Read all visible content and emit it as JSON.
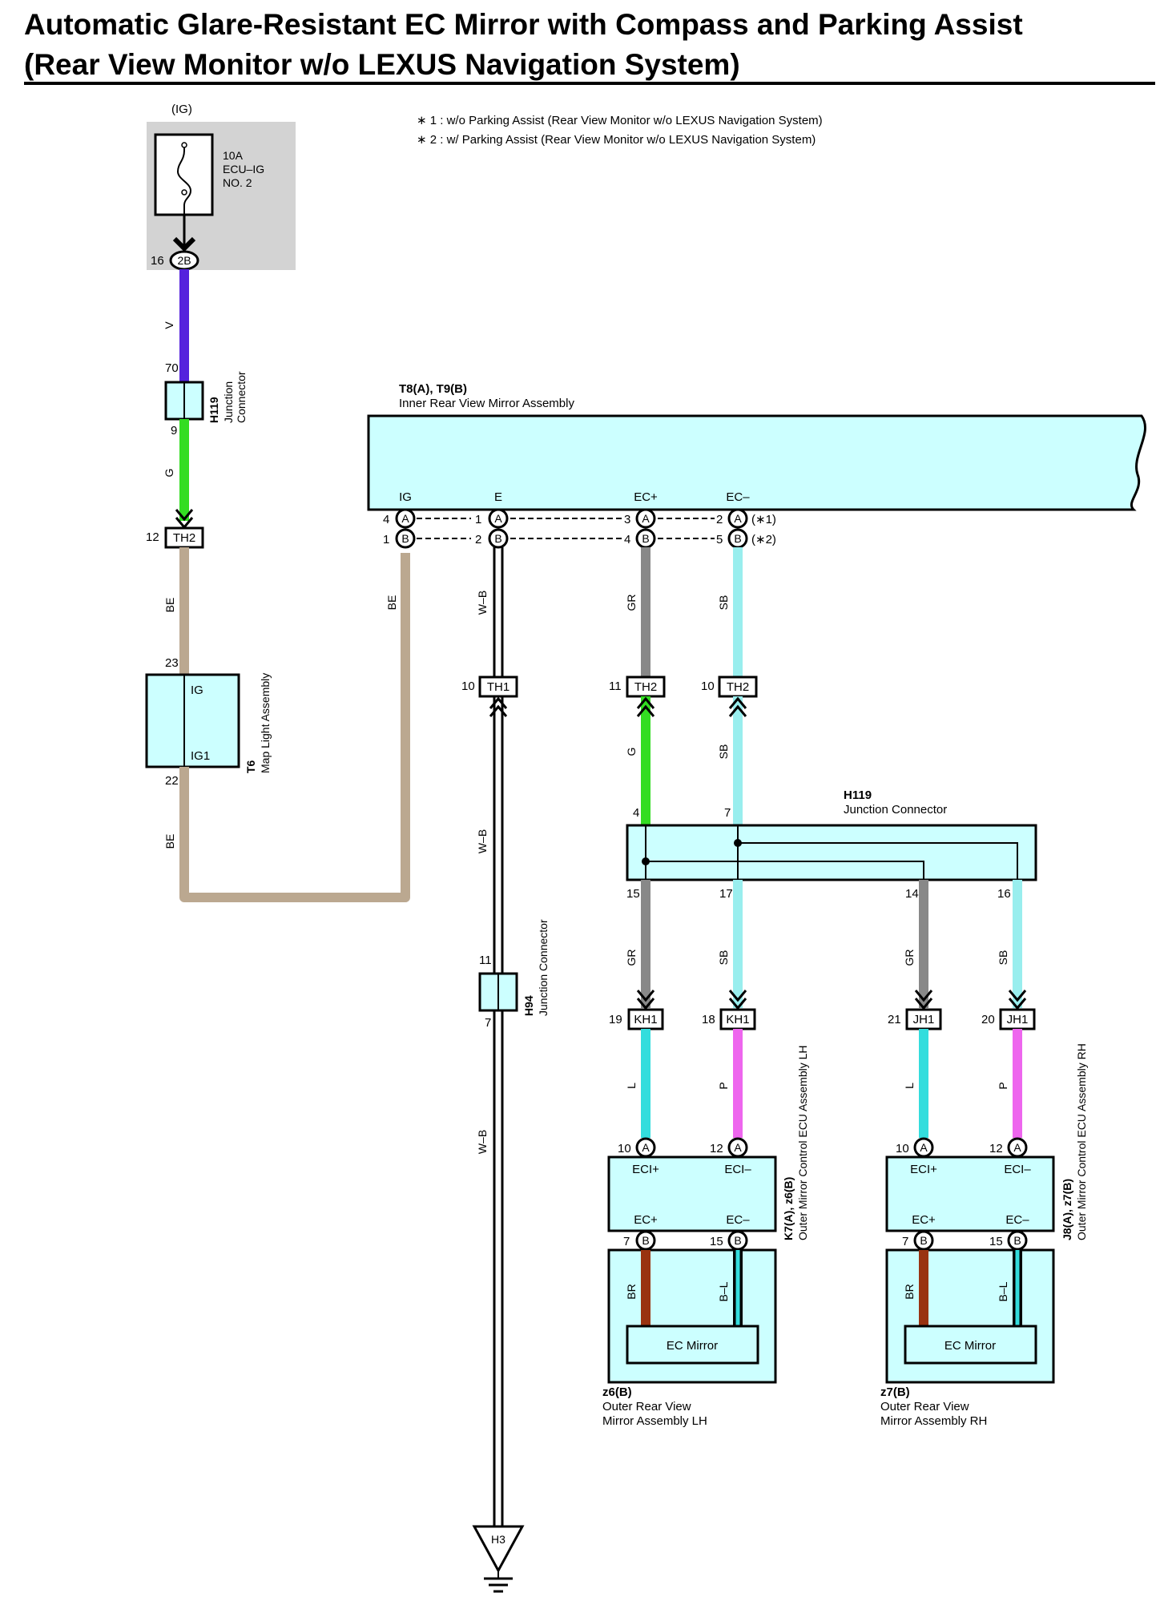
{
  "title": {
    "line1": "Automatic Glare-Resistant EC Mirror with Compass and Parking Assist",
    "line2": "(Rear View Monitor w/o LEXUS Navigation System)"
  },
  "notes": {
    "n1": "∗ 1 : w/o Parking Assist (Rear View Monitor w/o LEXUS Navigation System)",
    "n2": "∗ 2 : w/ Parking Assist (Rear View Monitor w/o LEXUS Navigation System)"
  },
  "fuse": {
    "supply": "(IG)",
    "rating": "10A",
    "name1": "ECU–IG",
    "name2": "NO. 2",
    "pin": "16",
    "connector": "2B"
  },
  "wire_codes": {
    "v": "V",
    "g": "G",
    "be": "BE",
    "wb": "W–B",
    "gr": "GR",
    "sb": "SB",
    "l": "L",
    "p": "P",
    "br": "BR",
    "bl": "B–L"
  },
  "h119_left": {
    "code": "H119",
    "name1": "Junction",
    "name2": "Connector",
    "pin_top": "70",
    "pin_bottom": "9"
  },
  "th2_left": {
    "pin": "12",
    "label": "TH2"
  },
  "map_light": {
    "code": "T6",
    "name": "Map Light Assembly",
    "pin_top": "23",
    "pin_bottom": "22",
    "t1": "IG",
    "t2": "IG1"
  },
  "inner_mirror": {
    "code": "T8(A), T9(B)",
    "name": "Inner Rear View Mirror Assembly",
    "terminals": [
      "IG",
      "E",
      "EC+",
      "EC–"
    ],
    "row_a": [
      "4",
      "1",
      "3",
      "2"
    ],
    "row_b": [
      "1",
      "2",
      "4",
      "5"
    ],
    "letter_a": "A",
    "letter_b": "B",
    "note_a": "(∗1)",
    "note_b": "(∗2)"
  },
  "th1": {
    "pin": "10",
    "label": "TH1"
  },
  "th2_gr": {
    "pin": "11",
    "label": "TH2"
  },
  "th2_sb": {
    "pin": "10",
    "label": "TH2"
  },
  "h94": {
    "code": "H94",
    "name": "Junction Connector",
    "pin_top": "11",
    "pin_bottom": "7"
  },
  "h119_main": {
    "code": "H119",
    "name": "Junction Connector",
    "pins_top": [
      "4",
      "7"
    ],
    "pins_bottom": [
      "15",
      "17",
      "14",
      "16"
    ]
  },
  "kh1": {
    "label": "KH1",
    "pins": [
      "19",
      "18"
    ]
  },
  "jh1": {
    "label": "JH1",
    "pins": [
      "21",
      "20"
    ]
  },
  "ecu_lh": {
    "code": "K7(A), z6(B)",
    "name": "Outer Mirror Control ECU Assembly LH",
    "t_top": [
      "ECI+",
      "ECI–"
    ],
    "t_bottom": [
      "EC+",
      "EC–"
    ],
    "pins_a": [
      "10",
      "12"
    ],
    "pins_b": [
      "7",
      "15"
    ]
  },
  "ecu_rh": {
    "code": "J8(A), z7(B)",
    "name": "Outer Mirror Control ECU Assembly RH",
    "t_top": [
      "ECI+",
      "ECI–"
    ],
    "t_bottom": [
      "EC+",
      "EC–"
    ],
    "pins_a": [
      "10",
      "12"
    ],
    "pins_b": [
      "7",
      "15"
    ]
  },
  "mirror_lh": {
    "element": "EC Mirror",
    "code": "z6(B)",
    "name1": "Outer Rear View",
    "name2": "Mirror Assembly LH"
  },
  "mirror_rh": {
    "element": "EC Mirror",
    "code": "z7(B)",
    "name1": "Outer Rear View",
    "name2": "Mirror Assembly RH"
  },
  "ground": {
    "label": "H3"
  },
  "colors": {
    "component_fill": "#ccffff",
    "fuse_box": "#d3d3d3",
    "wire_violet": "#5522dd",
    "wire_green": "#33dd22",
    "wire_beige": "#bba890",
    "wire_grey": "#888888",
    "wire_skyblue": "#99eeee",
    "wire_blue": "#33dddd",
    "wire_pink": "#ee66ee",
    "wire_brown": "#993311",
    "wire_wb": "#000000"
  }
}
